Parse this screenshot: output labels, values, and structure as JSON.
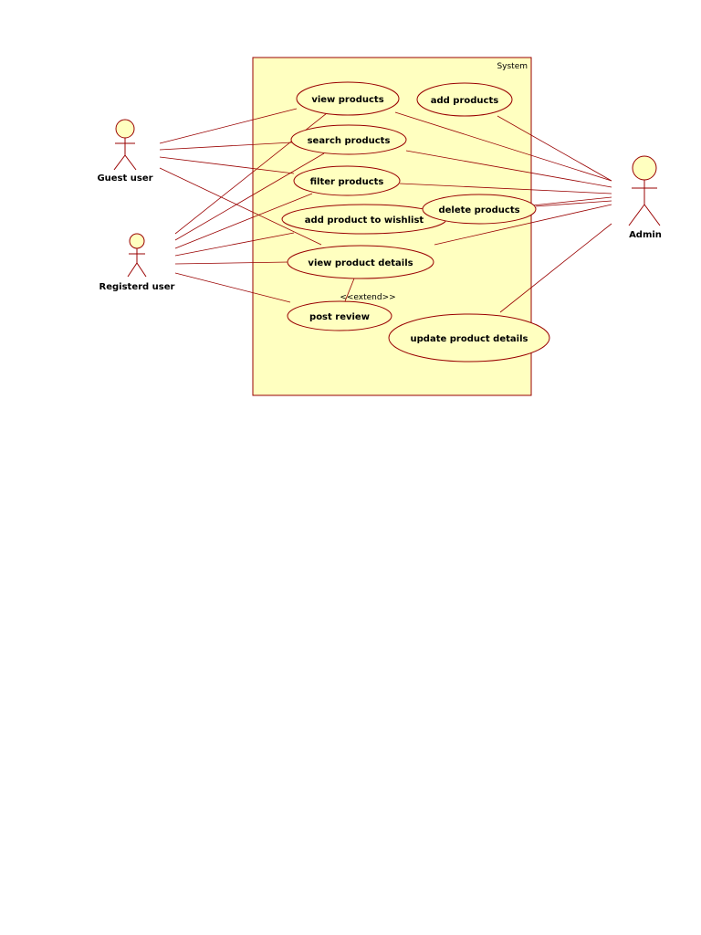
{
  "diagram": {
    "system_label": "System",
    "colors": {
      "fill": "#ffffc0",
      "stroke": "#990000",
      "text": "#000000"
    },
    "actors": {
      "guest": "Guest user",
      "registered": "Registerd user",
      "admin": "Admin"
    },
    "use_cases": {
      "view_products": "view products",
      "add_products": "add products",
      "search_products": "search products",
      "filter_products": "filter products",
      "add_to_wishlist": "add product to wishlist",
      "delete_products": "delete products",
      "view_product_details": "view product details",
      "post_review": "post review",
      "update_product_details": "update product details"
    },
    "relationships": {
      "extend_label": "<<extend>>"
    }
  }
}
